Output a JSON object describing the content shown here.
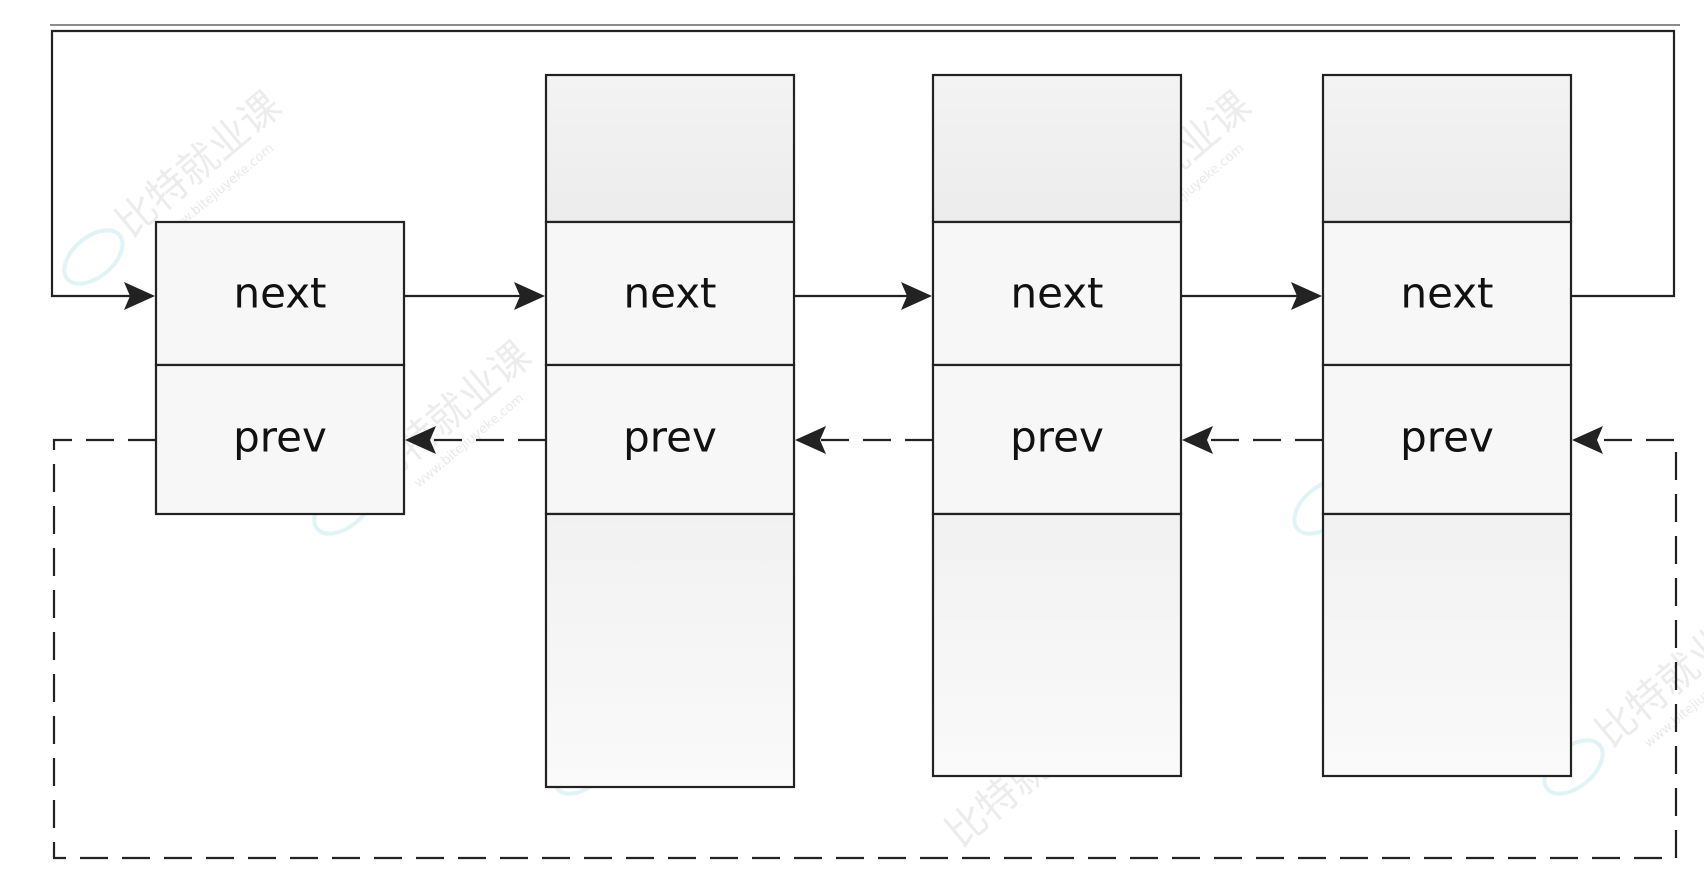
{
  "diagram": {
    "next_label": "next",
    "prev_label": "prev"
  },
  "watermark": {
    "text": "比特就业课",
    "url": "www.bitejiuyeke.com"
  }
}
